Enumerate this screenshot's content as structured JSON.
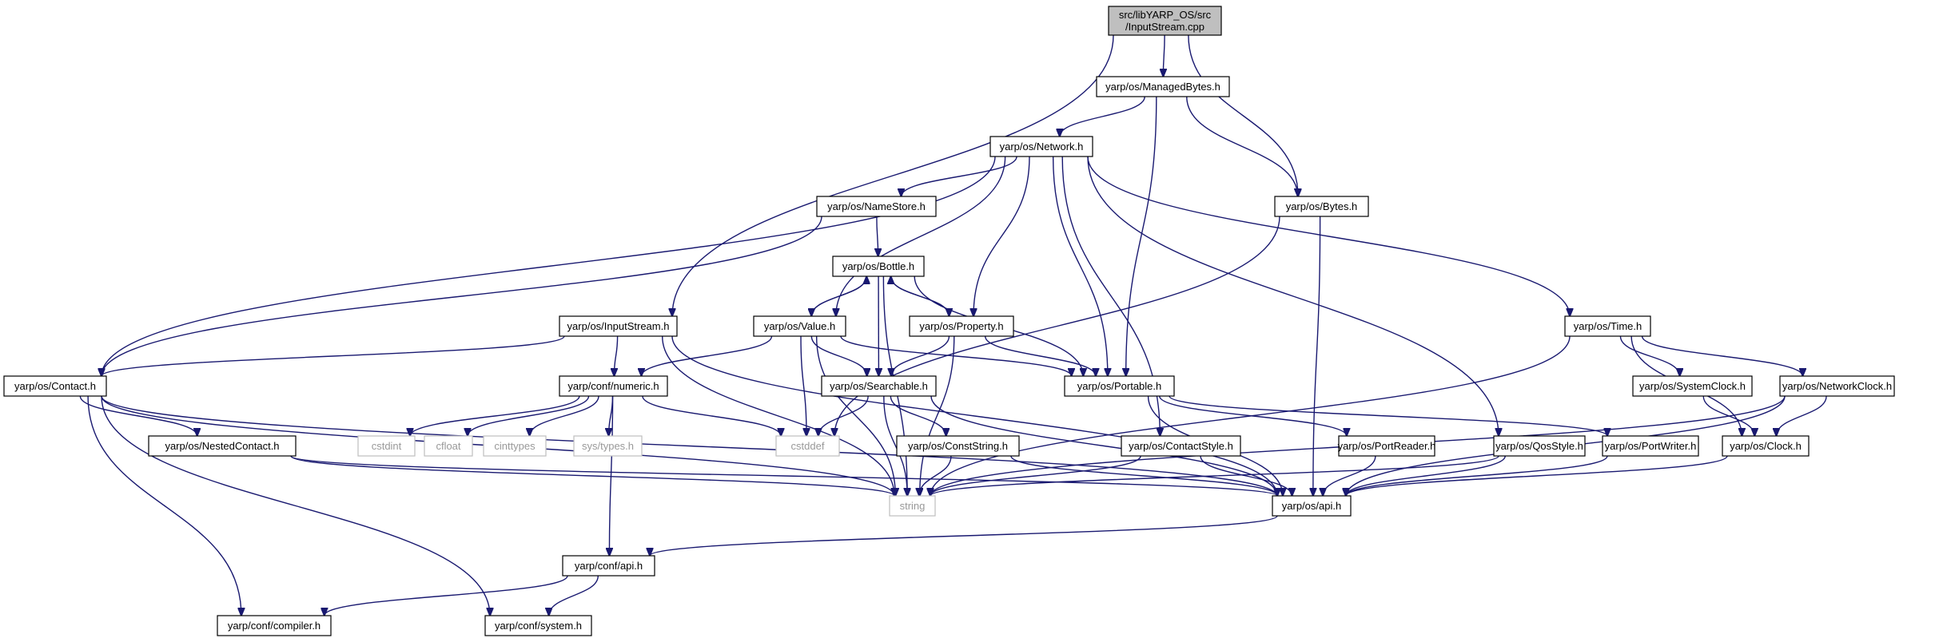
{
  "graph": {
    "title": "",
    "nodes": [
      {
        "id": "root",
        "lines": [
          "src/libYARP_OS/src",
          "/InputStream.cpp"
        ],
        "kind": "root"
      },
      {
        "id": "managed",
        "lines": [
          "yarp/os/ManagedBytes.h"
        ],
        "kind": "header"
      },
      {
        "id": "network",
        "lines": [
          "yarp/os/Network.h"
        ],
        "kind": "header"
      },
      {
        "id": "bytes",
        "lines": [
          "yarp/os/Bytes.h"
        ],
        "kind": "header"
      },
      {
        "id": "namestore",
        "lines": [
          "yarp/os/NameStore.h"
        ],
        "kind": "header"
      },
      {
        "id": "bottle",
        "lines": [
          "yarp/os/Bottle.h"
        ],
        "kind": "header"
      },
      {
        "id": "inputstream",
        "lines": [
          "yarp/os/InputStream.h"
        ],
        "kind": "header"
      },
      {
        "id": "value",
        "lines": [
          "yarp/os/Value.h"
        ],
        "kind": "header"
      },
      {
        "id": "property",
        "lines": [
          "yarp/os/Property.h"
        ],
        "kind": "header"
      },
      {
        "id": "time",
        "lines": [
          "yarp/os/Time.h"
        ],
        "kind": "header"
      },
      {
        "id": "contact",
        "lines": [
          "yarp/os/Contact.h"
        ],
        "kind": "header"
      },
      {
        "id": "numeric",
        "lines": [
          "yarp/conf/numeric.h"
        ],
        "kind": "header"
      },
      {
        "id": "searchable",
        "lines": [
          "yarp/os/Searchable.h"
        ],
        "kind": "header"
      },
      {
        "id": "portable",
        "lines": [
          "yarp/os/Portable.h"
        ],
        "kind": "header"
      },
      {
        "id": "sysclock",
        "lines": [
          "yarp/os/SystemClock.h"
        ],
        "kind": "header"
      },
      {
        "id": "netclock",
        "lines": [
          "yarp/os/NetworkClock.h"
        ],
        "kind": "header"
      },
      {
        "id": "nested",
        "lines": [
          "yarp/os/NestedContact.h"
        ],
        "kind": "header"
      },
      {
        "id": "cstdint",
        "lines": [
          "cstdint"
        ],
        "kind": "system"
      },
      {
        "id": "cfloat",
        "lines": [
          "cfloat"
        ],
        "kind": "system"
      },
      {
        "id": "cinttypes",
        "lines": [
          "cinttypes"
        ],
        "kind": "system"
      },
      {
        "id": "systypes",
        "lines": [
          "sys/types.h"
        ],
        "kind": "system"
      },
      {
        "id": "cstddef",
        "lines": [
          "cstddef"
        ],
        "kind": "system"
      },
      {
        "id": "conststring",
        "lines": [
          "yarp/os/ConstString.h"
        ],
        "kind": "header"
      },
      {
        "id": "contactstyle",
        "lines": [
          "yarp/os/ContactStyle.h"
        ],
        "kind": "header"
      },
      {
        "id": "portreader",
        "lines": [
          "yarp/os/PortReader.h"
        ],
        "kind": "header"
      },
      {
        "id": "qosstyle",
        "lines": [
          "yarp/os/QosStyle.h"
        ],
        "kind": "header"
      },
      {
        "id": "portwriter",
        "lines": [
          "yarp/os/PortWriter.h"
        ],
        "kind": "header"
      },
      {
        "id": "clock",
        "lines": [
          "yarp/os/Clock.h"
        ],
        "kind": "header"
      },
      {
        "id": "string",
        "lines": [
          "string"
        ],
        "kind": "system"
      },
      {
        "id": "osapi",
        "lines": [
          "yarp/os/api.h"
        ],
        "kind": "header"
      },
      {
        "id": "confapi",
        "lines": [
          "yarp/conf/api.h"
        ],
        "kind": "header"
      },
      {
        "id": "compiler",
        "lines": [
          "yarp/conf/compiler.h"
        ],
        "kind": "header"
      },
      {
        "id": "system",
        "lines": [
          "yarp/conf/system.h"
        ],
        "kind": "header"
      }
    ],
    "edges": [
      [
        "root",
        "inputstream"
      ],
      [
        "root",
        "managed"
      ],
      [
        "root",
        "bytes"
      ],
      [
        "managed",
        "network"
      ],
      [
        "managed",
        "bytes"
      ],
      [
        "managed",
        "portable"
      ],
      [
        "network",
        "namestore"
      ],
      [
        "network",
        "contact"
      ],
      [
        "network",
        "value"
      ],
      [
        "network",
        "property"
      ],
      [
        "network",
        "portable"
      ],
      [
        "network",
        "contactstyle"
      ],
      [
        "network",
        "qosstyle"
      ],
      [
        "network",
        "time"
      ],
      [
        "bytes",
        "cstddef"
      ],
      [
        "bytes",
        "osapi"
      ],
      [
        "namestore",
        "bottle"
      ],
      [
        "namestore",
        "contact"
      ],
      [
        "bottle",
        "value"
      ],
      [
        "bottle",
        "property"
      ],
      [
        "bottle",
        "searchable"
      ],
      [
        "bottle",
        "portable"
      ],
      [
        "bottle",
        "string"
      ],
      [
        "value",
        "bottle"
      ],
      [
        "value",
        "numeric"
      ],
      [
        "value",
        "searchable"
      ],
      [
        "value",
        "portable"
      ],
      [
        "value",
        "cstddef"
      ],
      [
        "value",
        "string"
      ],
      [
        "property",
        "bottle"
      ],
      [
        "property",
        "searchable"
      ],
      [
        "property",
        "portable"
      ],
      [
        "property",
        "string"
      ],
      [
        "inputstream",
        "contact"
      ],
      [
        "inputstream",
        "numeric"
      ],
      [
        "inputstream",
        "string"
      ],
      [
        "inputstream",
        "osapi"
      ],
      [
        "contact",
        "nested"
      ],
      [
        "contact",
        "string"
      ],
      [
        "contact",
        "osapi"
      ],
      [
        "contact",
        "compiler"
      ],
      [
        "contact",
        "system"
      ],
      [
        "numeric",
        "cstdint"
      ],
      [
        "numeric",
        "cfloat"
      ],
      [
        "numeric",
        "cinttypes"
      ],
      [
        "numeric",
        "systypes"
      ],
      [
        "numeric",
        "cstddef"
      ],
      [
        "numeric",
        "confapi"
      ],
      [
        "searchable",
        "cstddef"
      ],
      [
        "searchable",
        "conststring"
      ],
      [
        "searchable",
        "string"
      ],
      [
        "searchable",
        "osapi"
      ],
      [
        "portable",
        "portreader"
      ],
      [
        "portable",
        "portwriter"
      ],
      [
        "portable",
        "osapi"
      ],
      [
        "time",
        "sysclock"
      ],
      [
        "time",
        "netclock"
      ],
      [
        "time",
        "clock"
      ],
      [
        "time",
        "string"
      ],
      [
        "sysclock",
        "clock"
      ],
      [
        "netclock",
        "clock"
      ],
      [
        "netclock",
        "string"
      ],
      [
        "netclock",
        "osapi"
      ],
      [
        "nested",
        "string"
      ],
      [
        "nested",
        "osapi"
      ],
      [
        "conststring",
        "string"
      ],
      [
        "conststring",
        "osapi"
      ],
      [
        "contactstyle",
        "string"
      ],
      [
        "contactstyle",
        "osapi"
      ],
      [
        "portreader",
        "osapi"
      ],
      [
        "qosstyle",
        "string"
      ],
      [
        "qosstyle",
        "osapi"
      ],
      [
        "portwriter",
        "osapi"
      ],
      [
        "clock",
        "osapi"
      ],
      [
        "osapi",
        "confapi"
      ],
      [
        "confapi",
        "compiler"
      ],
      [
        "confapi",
        "system"
      ]
    ]
  }
}
